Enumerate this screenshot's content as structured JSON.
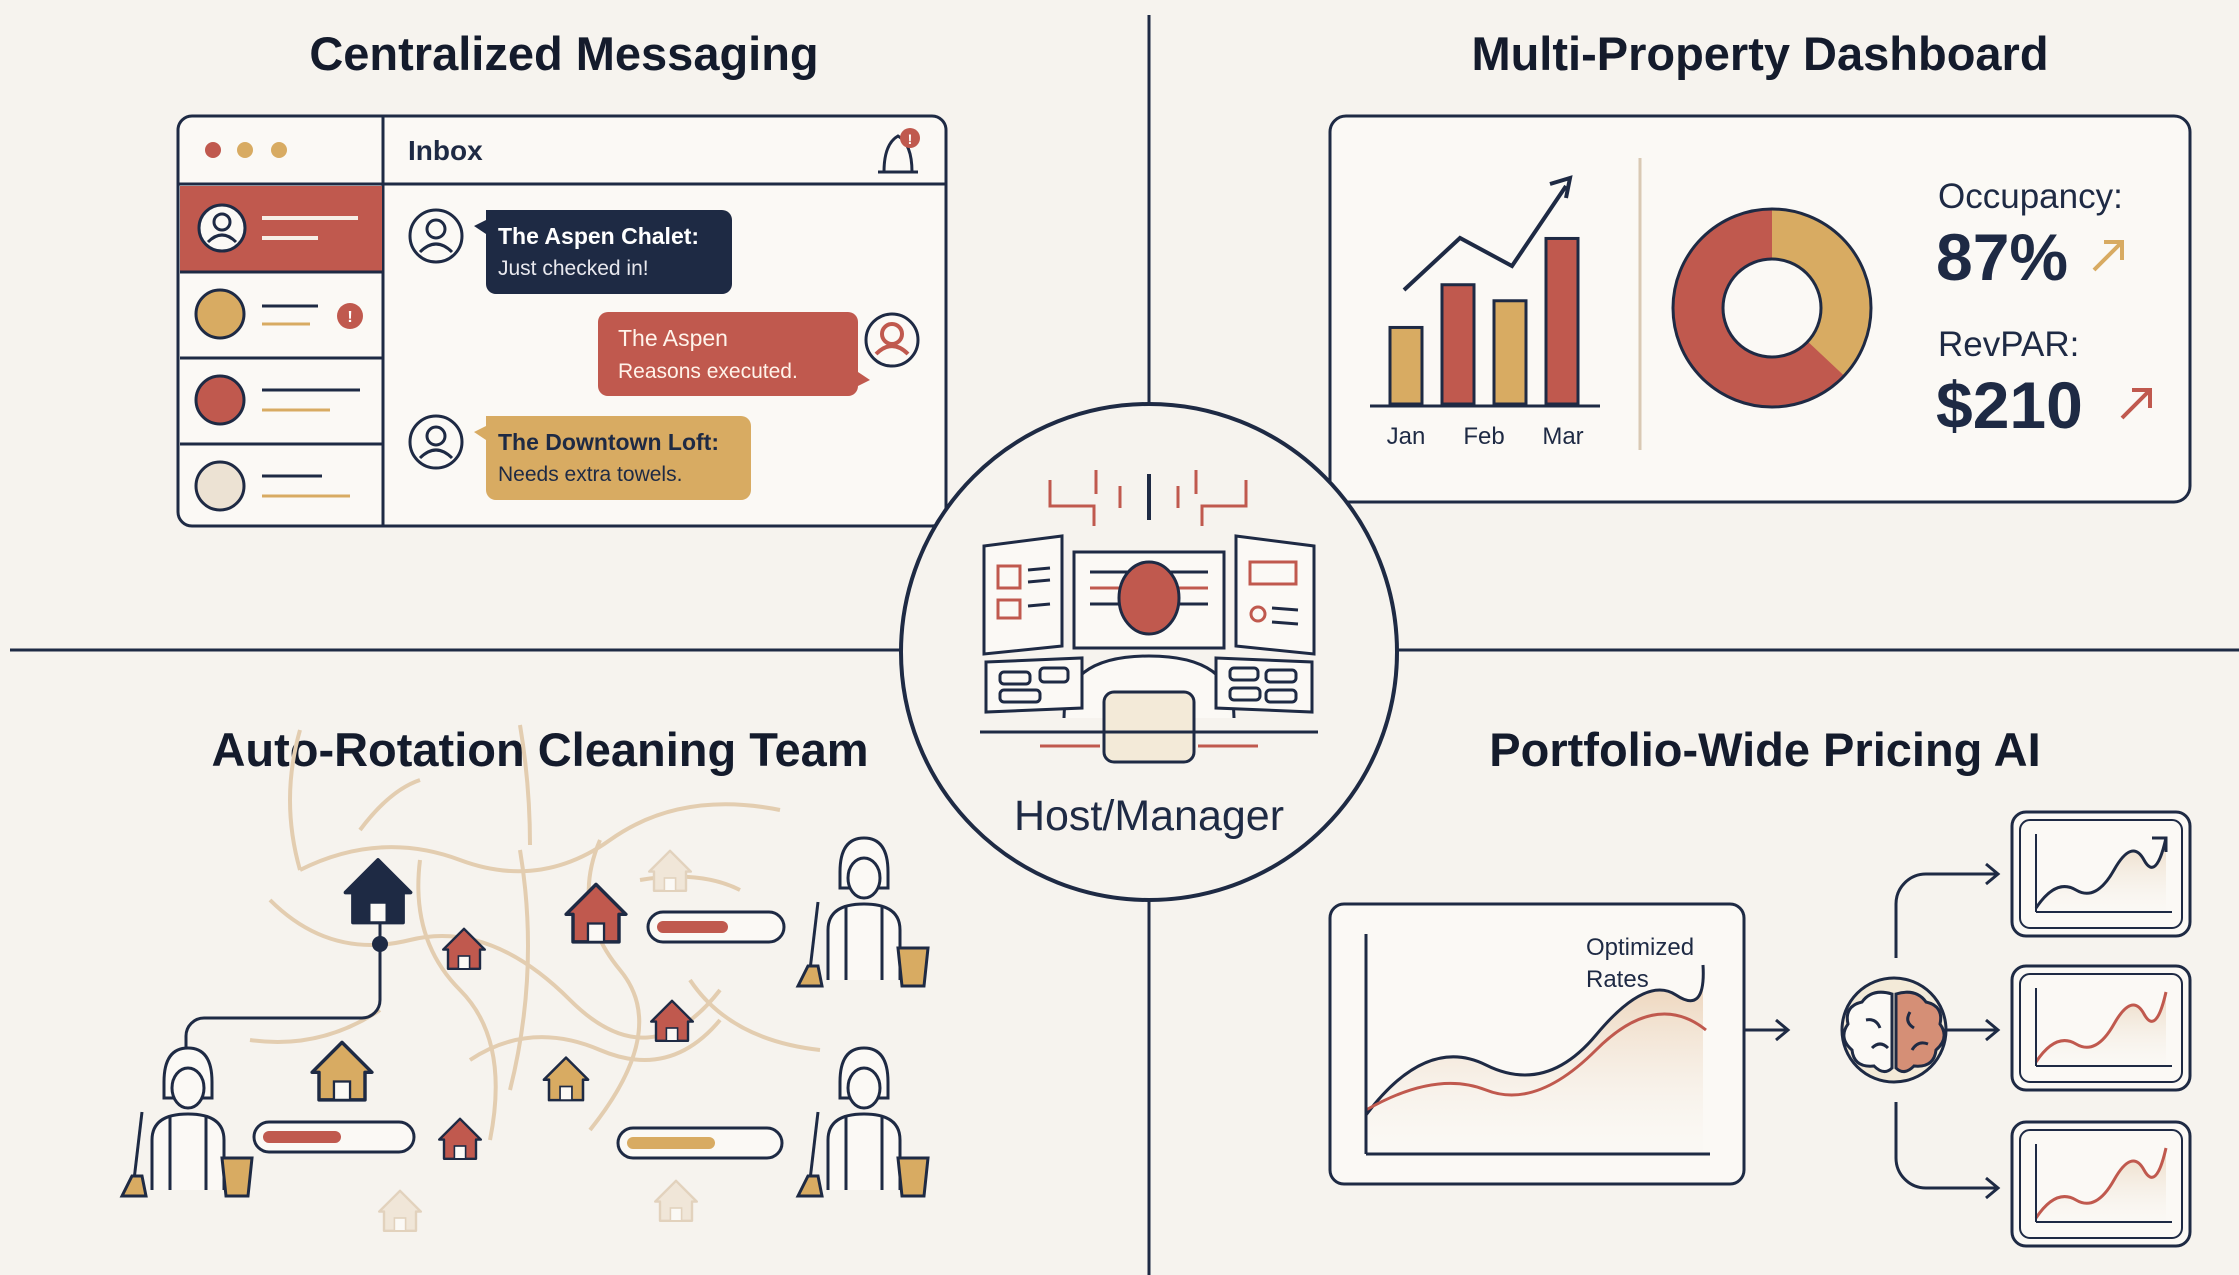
{
  "quadrants": {
    "top_left": {
      "title": "Centralized Messaging"
    },
    "top_right": {
      "title": "Multi-Property Dashboard"
    },
    "bottom_left": {
      "title": "Auto-Rotation Cleaning Team"
    },
    "bottom_right": {
      "title": "Portfolio-Wide Pricing AI"
    }
  },
  "center": {
    "label": "Host/Manager"
  },
  "messaging": {
    "inbox_label": "Inbox",
    "messages": [
      {
        "title": "The Aspen Chalet:",
        "body": "Just checked in!"
      },
      {
        "title": "The Aspen",
        "body": "Reasons executed."
      },
      {
        "title": "The Downtown Loft:",
        "body": "Needs extra towels."
      }
    ]
  },
  "dashboard": {
    "months": [
      "Jan",
      "Feb",
      "Mar"
    ],
    "bar_values": [
      0.43,
      0.67,
      0.58,
      0.93
    ],
    "occupancy_label": "Occupancy:",
    "occupancy_value": "87%",
    "revpar_label": "RevPAR:",
    "revpar_value": "$210"
  },
  "pricing": {
    "chart_label_line1": "Optimized",
    "chart_label_line2": "Rates"
  },
  "cleaning": {
    "progress": [
      0.6,
      0.55,
      0.6
    ]
  },
  "colors": {
    "navy": "#1e2a44",
    "terracotta": "#c0594e",
    "sand": "#d8ab62",
    "beige": "#e6dccf",
    "background": "#f6f3ee"
  }
}
